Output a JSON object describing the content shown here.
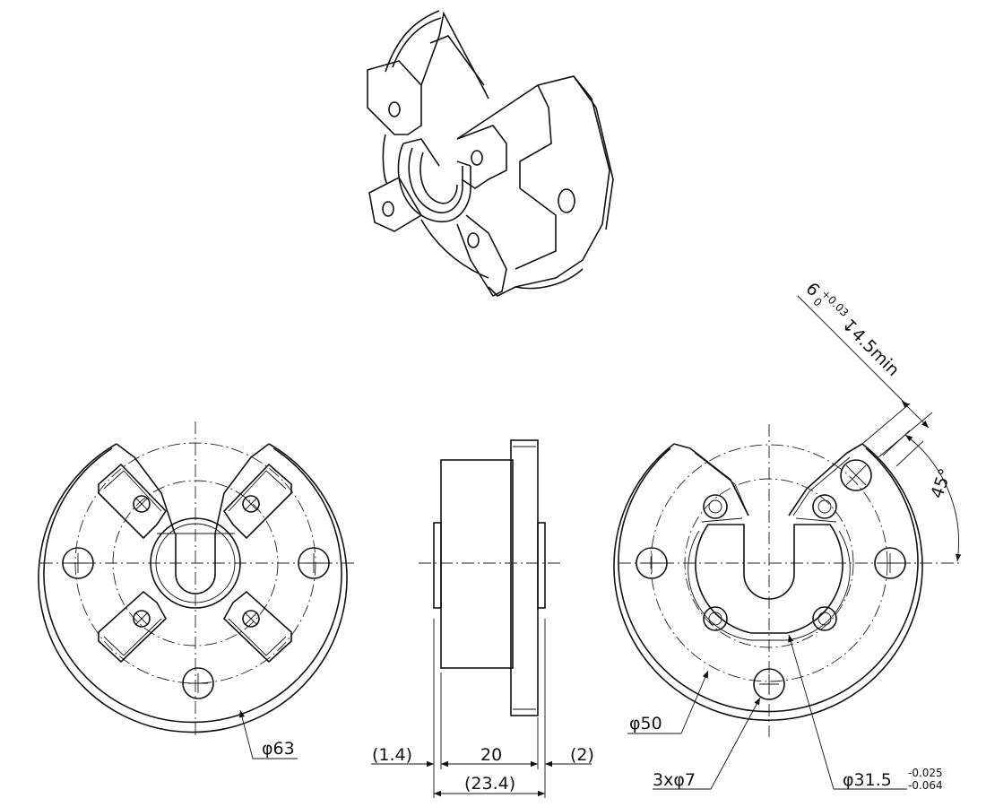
{
  "dimensions": {
    "overall_diameter": "φ63",
    "pcd": "φ50",
    "holes": "3xφ7",
    "bore_value": "φ31.5",
    "bore_tol_upper": "-0.025",
    "bore_tol_lower": "-0.064",
    "width_ref_left": "(1.4)",
    "width_main": "20",
    "width_ref_right": "(2)",
    "width_total": "(23.4)",
    "slot_width": "6",
    "slot_tol_upper": "+0.03",
    "slot_tol_lower": "0",
    "slot_depth": "↧4.5min",
    "slot_angle": "45°"
  }
}
